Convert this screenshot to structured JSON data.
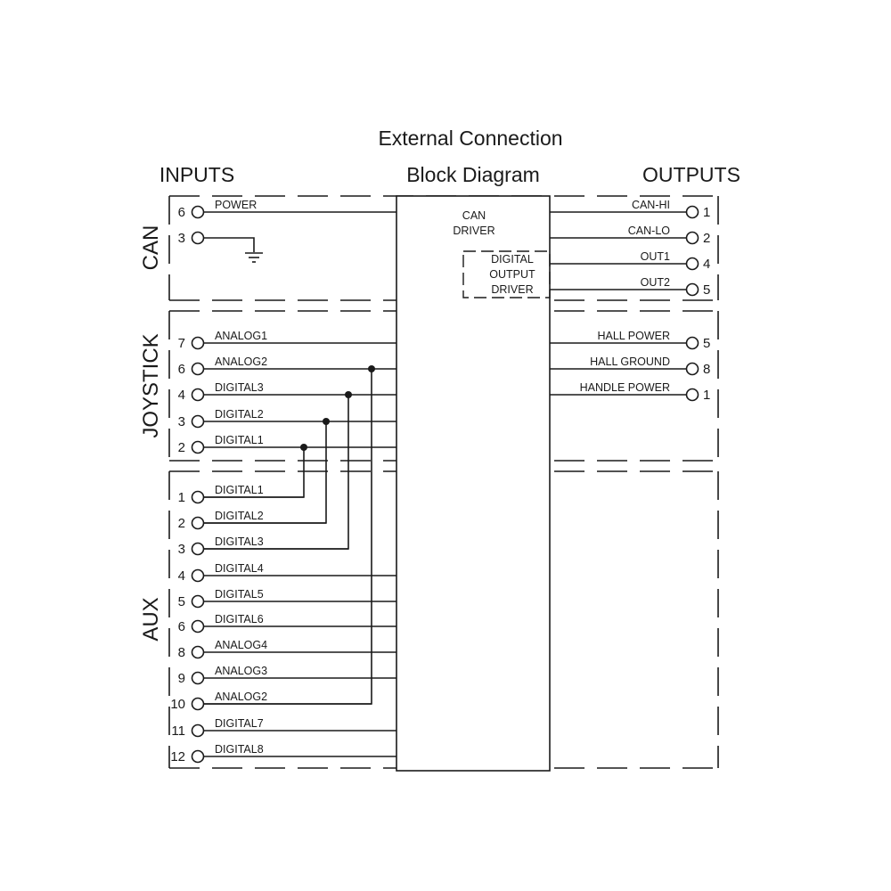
{
  "titles": {
    "line1": "External Connection",
    "line2": "Block Diagram",
    "inputs": "INPUTS",
    "outputs": "OUTPUTS"
  },
  "groups": {
    "can": "CAN",
    "joystick": "JOYSTICK",
    "aux": "AUX"
  },
  "block": {
    "can_driver_line1": "CAN",
    "can_driver_line2": "DRIVER",
    "digital_output_line1": "DIGITAL",
    "digital_output_line2": "OUTPUT",
    "digital_output_line3": "DRIVER"
  },
  "can_inputs": [
    {
      "pin": "6",
      "label": "POWER"
    },
    {
      "pin": "3",
      "label": ""
    }
  ],
  "joystick_inputs": [
    {
      "pin": "7",
      "label": "ANALOG1"
    },
    {
      "pin": "6",
      "label": "ANALOG2"
    },
    {
      "pin": "4",
      "label": "DIGITAL3"
    },
    {
      "pin": "3",
      "label": "DIGITAL2"
    },
    {
      "pin": "2",
      "label": "DIGITAL1"
    }
  ],
  "aux_inputs": [
    {
      "pin": "1",
      "label": "DIGITAL1"
    },
    {
      "pin": "2",
      "label": "DIGITAL2"
    },
    {
      "pin": "3",
      "label": "DIGITAL3"
    },
    {
      "pin": "4",
      "label": "DIGITAL4"
    },
    {
      "pin": "5",
      "label": "DIGITAL5"
    },
    {
      "pin": "6",
      "label": "DIGITAL6"
    },
    {
      "pin": "8",
      "label": "ANALOG4"
    },
    {
      "pin": "9",
      "label": "ANALOG3"
    },
    {
      "pin": "10",
      "label": "ANALOG2"
    },
    {
      "pin": "11",
      "label": "DIGITAL7"
    },
    {
      "pin": "12",
      "label": "DIGITAL8"
    }
  ],
  "can_outputs": [
    {
      "pin": "1",
      "label": "CAN-HI"
    },
    {
      "pin": "2",
      "label": "CAN-LO"
    },
    {
      "pin": "4",
      "label": "OUT1"
    },
    {
      "pin": "5",
      "label": "OUT2"
    }
  ],
  "joystick_outputs": [
    {
      "pin": "5",
      "label": "HALL POWER"
    },
    {
      "pin": "8",
      "label": "HALL GROUND"
    },
    {
      "pin": "1",
      "label": "HANDLE POWER"
    }
  ]
}
